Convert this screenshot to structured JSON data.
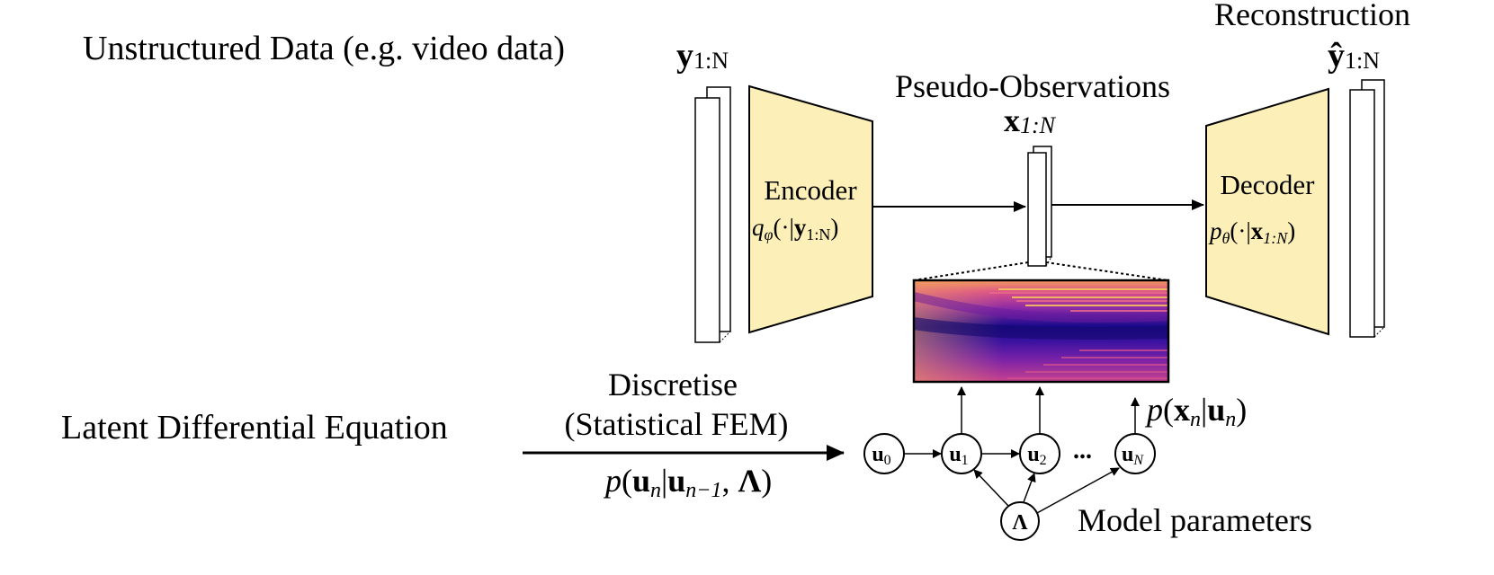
{
  "labels": {
    "unstructured": "Unstructured Data (e.g. video data)",
    "reconstruction": "Reconstruction",
    "pseudo_observations": "Pseudo-Observations",
    "encoder": "Encoder",
    "decoder": "Decoder",
    "discretise": "Discretise",
    "statistical_fem": "(Statistical FEM)",
    "latent_de": "Latent Differential Equation",
    "model_parameters": "Model parameters",
    "ellipsis": "..."
  },
  "math": {
    "y_sym": "y",
    "y_sub": "1:N",
    "yhat_sym": "ŷ",
    "x_sym": "x",
    "x_sub": "1:N",
    "enc_q": "q",
    "enc_phi": "φ",
    "enc_arg_open": "(·|",
    "enc_arg_close": ")",
    "dec_p": "p",
    "dec_theta": "θ",
    "p_letter": "p",
    "p_x_given_u_x": "x",
    "p_x_given_u_n": "n",
    "p_x_given_u_u": "u",
    "p_u_given_prev_mid": "n−1",
    "lambda": "Λ"
  },
  "nodes": [
    {
      "sym": "u",
      "sub": "0"
    },
    {
      "sym": "u",
      "sub": "1"
    },
    {
      "sym": "u",
      "sub": "2"
    },
    {
      "sym": "u",
      "sub": "N"
    }
  ],
  "colors": {
    "encoder_fill": "#fcf0b8",
    "stroke": "#000000"
  }
}
